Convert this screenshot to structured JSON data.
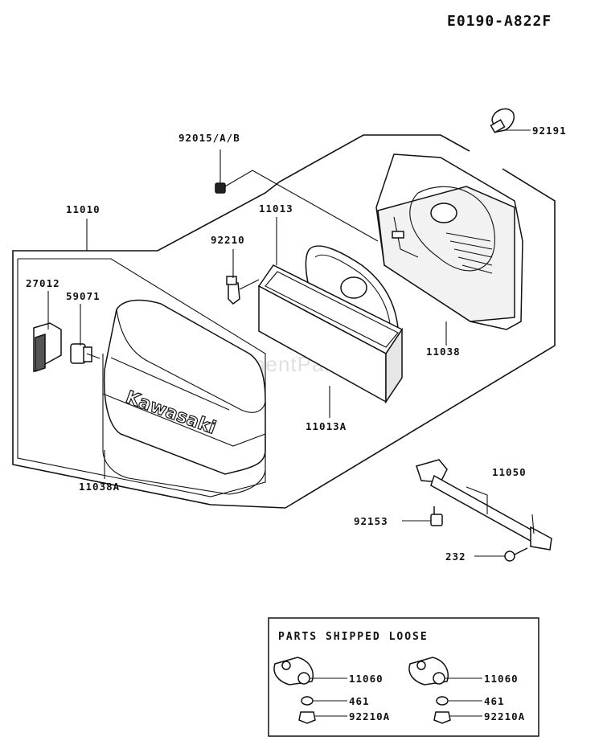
{
  "diagram_code": "E0190-A822F",
  "watermark": "eReplacementParts.com",
  "brand": "Kawasaki",
  "labels": {
    "p92191": "92191",
    "p92015": "92015/A/B",
    "p11010": "11010",
    "p11013": "11013",
    "p92210": "92210",
    "p27012": "27012",
    "p59071": "59071",
    "p11038": "11038",
    "p11013A": "11013A",
    "p11038A": "11038A",
    "p11050": "11050",
    "p92153": "92153",
    "p232": "232"
  },
  "loose_box": {
    "title": "PARTS SHIPPED LOOSE",
    "left": {
      "gasket": "11060",
      "washer": "461",
      "nut": "92210A"
    },
    "right": {
      "gasket": "11060",
      "washer": "461",
      "nut": "92210A"
    }
  }
}
